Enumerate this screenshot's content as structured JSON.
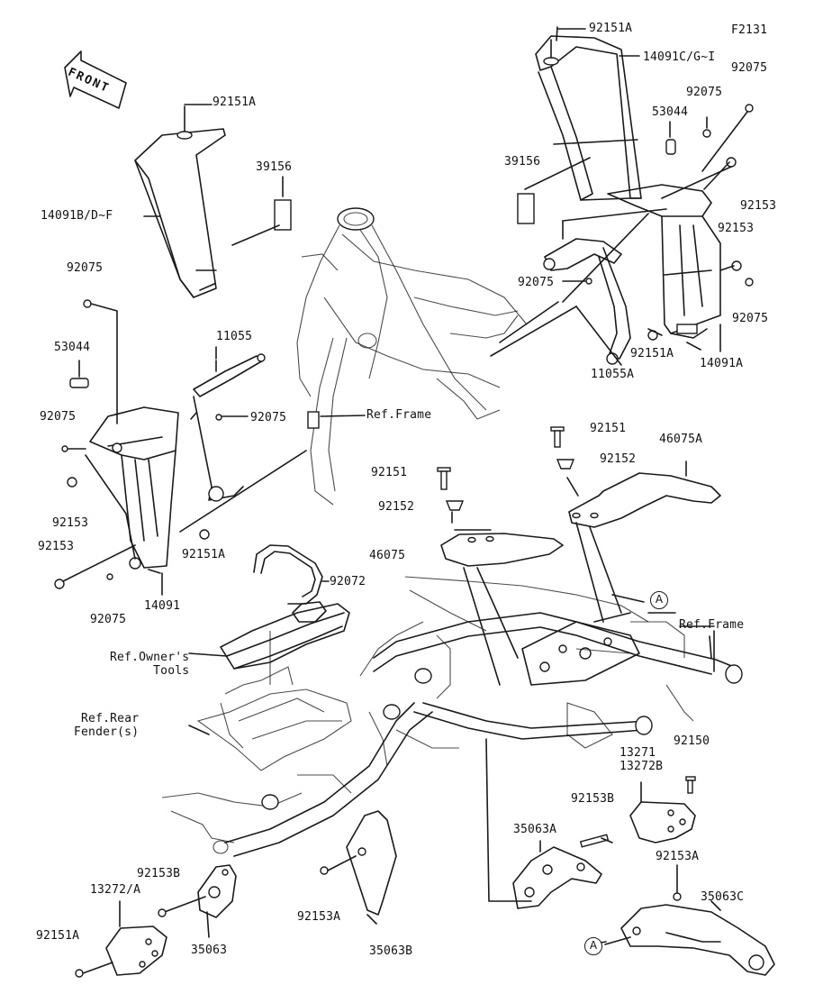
{
  "figure_code": "F2131",
  "front_label": "FRONT",
  "labels": {
    "p92151A_top": "92151A",
    "p14091CG": "14091C/G~I",
    "p92075_r1": "92075",
    "p92075_r2": "92075",
    "p53044_r": "53044",
    "p39156_r": "39156",
    "p92153_r1": "92153",
    "p92153_r2": "92153",
    "p92075_r3": "92075",
    "p92075_r4": "92075",
    "p92151A_r": "92151A",
    "p14091A": "14091A",
    "p11055A": "11055A",
    "p92151A_l": "92151A",
    "p14091BDF": "14091B/D~F",
    "p39156_l": "39156",
    "p92075_l1": "92075",
    "p53044_l": "53044",
    "p11055": "11055",
    "p92075_l2": "92075",
    "p92075_l3": "92075",
    "p92153_l1": "92153",
    "p92153_l2": "92153",
    "p92151A_l2": "92151A",
    "p92075_l4": "92075",
    "p14091": "14091",
    "ref_frame_top": "Ref.Frame",
    "p92151_r": "92151",
    "p46075A": "46075A",
    "p92152_r": "92152",
    "p92151_c": "92151",
    "p92152_c": "92152",
    "p46075": "46075",
    "p92072": "92072",
    "ref_owners_tools": "Ref.Owner's\nTools",
    "ref_rear_fender": "Ref.Rear\nFender(s)",
    "ref_frame_bottom": "Ref.Frame",
    "circle_a_1": "A",
    "circle_a_2": "A",
    "p13271_13272B": "13271\n13272B",
    "p92150": "92150",
    "p92153B_r": "92153B",
    "p35063A": "35063A",
    "p92153A_r": "92153A",
    "p35063C": "35063C",
    "p92153B_l": "92153B",
    "p13272A": "13272/A",
    "p92151A_bl": "92151A",
    "p35063": "35063",
    "p92153A_c": "92153A",
    "p35063B": "35063B"
  }
}
